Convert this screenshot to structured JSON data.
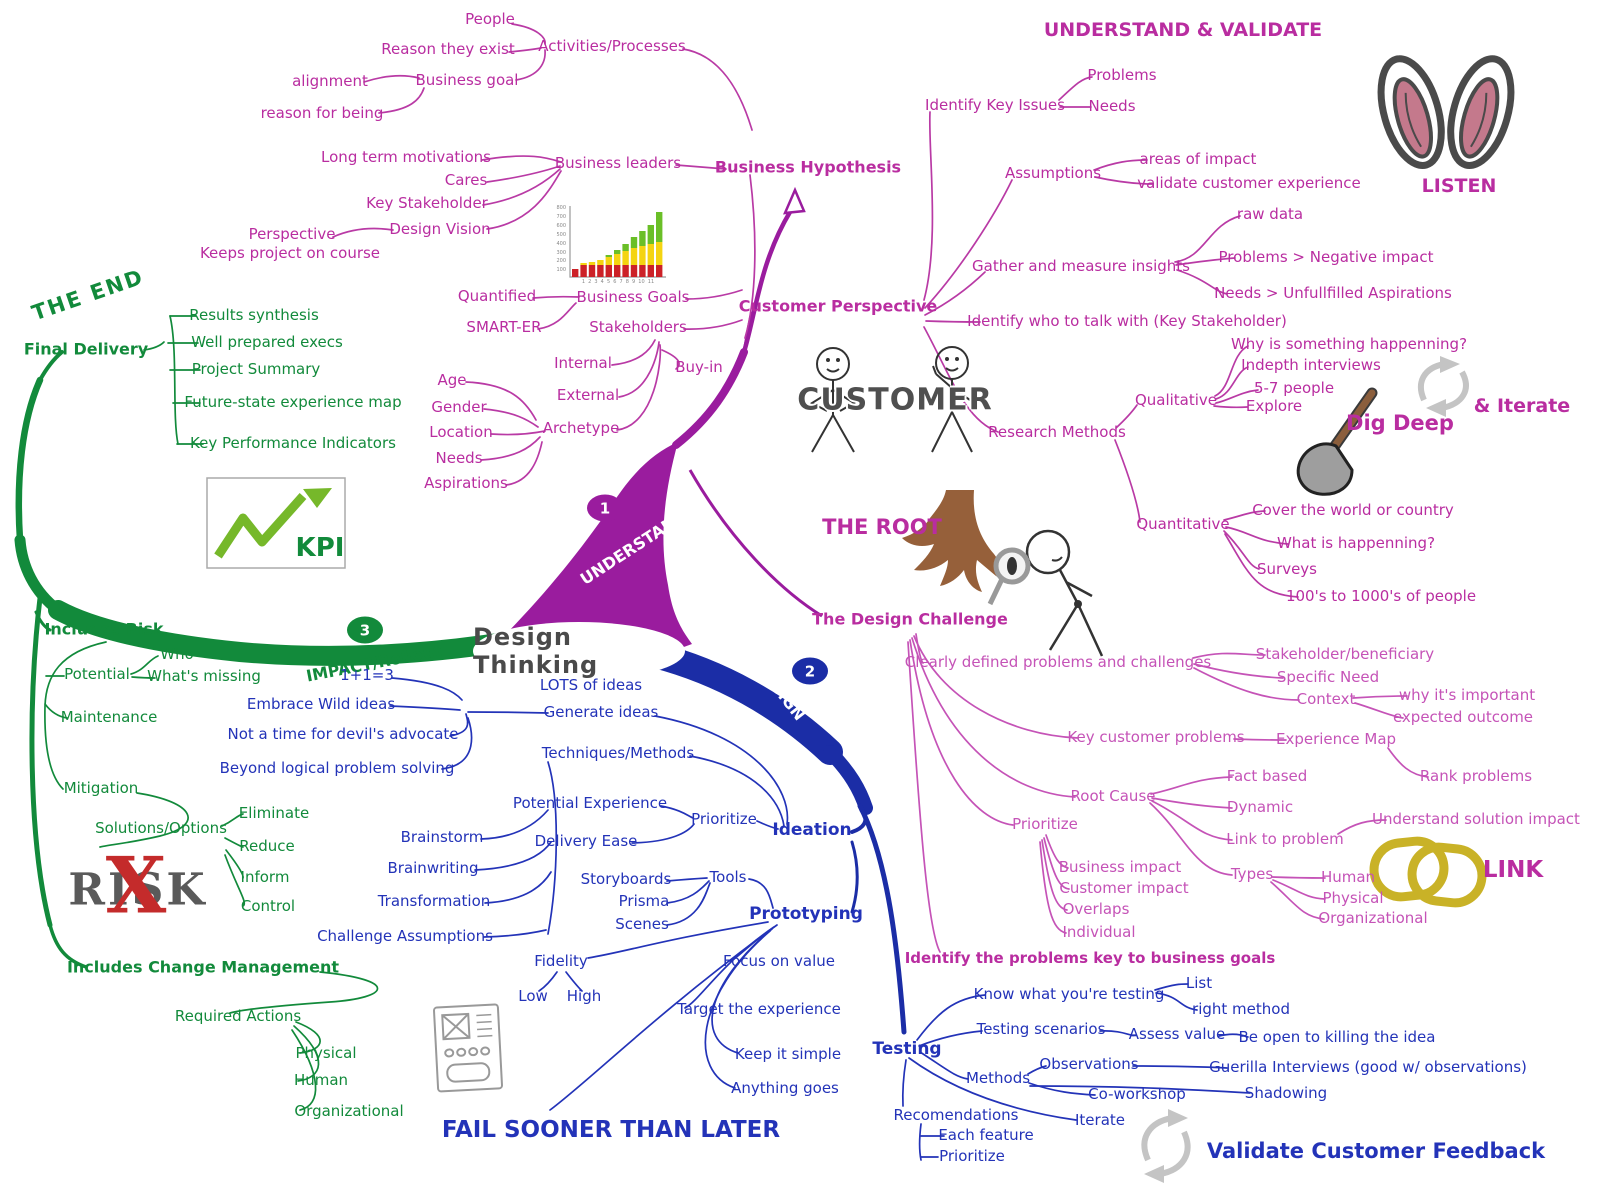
{
  "hub": {
    "title": "Design Thinking",
    "n1": "1",
    "n2": "2",
    "n3": "3",
    "understand": "UNDERSTAND",
    "design": "DESIGN",
    "impact": "IMPACT/Rollout"
  },
  "u": {
    "people": "People",
    "reason_exist": "Reason they exist",
    "activities": "Activities/Processes",
    "alignment": "alignment",
    "business_goal": "Business goal",
    "reason_being": "reason for being",
    "long_term": "Long term motivations",
    "cares": "Cares",
    "key_stakeholder": "Key Stakeholder",
    "design_vision": "Design Vision",
    "perspective": "Perspective",
    "keeps_course": "Keeps project on course",
    "business_leaders": "Business leaders",
    "business_hypothesis": "Business Hypothesis",
    "quantified": "Quantified",
    "business_goals": "Business Goals",
    "smart_er": "SMART-ER",
    "stakeholders": "Stakeholders",
    "internal": "Internal",
    "external": "External",
    "buy_in": "Buy-in",
    "archetype": "Archetype",
    "age": "Age",
    "gender": "Gender",
    "location": "Location",
    "needs": "Needs",
    "aspirations": "Aspirations",
    "heading": "UNDERSTAND & VALIDATE",
    "identify_key_issues": "Identify Key Issues",
    "problems": "Problems",
    "needs2": "Needs",
    "assumptions": "Assumptions",
    "areas_impact": "areas of impact",
    "validate_ce": "validate customer experience",
    "gather": "Gather and measure insights",
    "raw_data": "raw data",
    "problems_negative": "Problems > Negative impact",
    "needs_unfulfilled": "Needs > Unfullfilled Aspirations",
    "customer_perspective": "Customer Perspective",
    "identify_who": "Identify who to talk with (Key Stakeholder)",
    "research_methods": "Research Methods",
    "qualitative": "Qualitative",
    "why_happening": "Why is something happenning?",
    "indepth": "Indepth interviews",
    "five_seven": "5-7 people",
    "explore": "Explore",
    "dig_deep": "Dig Deep",
    "and_iterate": "& Iterate",
    "listen": "LISTEN",
    "quantitative": "Quantitative",
    "cover_world": "Cover the world or country",
    "what_happening": "What is happenning?",
    "surveys": "Surveys",
    "hundreds": "100's to 1000's of people",
    "the_root": "THE ROOT",
    "design_challenge": "The Design Challenge"
  },
  "c": {
    "clearly": "Clearly defined problems and challenges",
    "stakeholder_beneficiary": "Stakeholder/beneficiary",
    "specific_need": "Specific Need",
    "context": "Context",
    "why_important": "why it's important",
    "expected_outcome": "expected outcome",
    "key_customer_problems": "Key customer problems",
    "experience_map": "Experience Map",
    "rank_problems": "Rank problems",
    "root_cause": "Root Cause",
    "fact_based": "Fact based",
    "dynamic": "Dynamic",
    "link_to_problem": "Link to problem",
    "understand_solution": "Understand solution impact",
    "types": "Types",
    "human": "Human",
    "physical": "Physical",
    "organizational": "Organizational",
    "prioritize": "Prioritize",
    "business_impact": "Business impact",
    "customer_impact": "Customer impact",
    "overlaps": "Overlaps",
    "individual": "Individual",
    "identify_problems": "Identify the problems key to business goals",
    "link": "LINK"
  },
  "d": {
    "one_plus": "1+1=3",
    "lots": "LOTS of ideas",
    "embrace": "Embrace Wild ideas",
    "generate": "Generate ideas",
    "not_time": "Not a time for devil's advocate",
    "beyond": "Beyond logical problem solving",
    "techniques": "Techniques/Methods",
    "potential_experience": "Potential Experience",
    "delivery_ease": "Delivery Ease",
    "prioritize": "Prioritize",
    "ideation": "Ideation",
    "brainstorm": "Brainstorm",
    "brainwriting": "Brainwriting",
    "transformation": "Transformation",
    "challenge_assumptions": "Challenge Assumptions",
    "storyboards": "Storyboards",
    "prisma": "Prisma",
    "scenes": "Scenes",
    "tools": "Tools",
    "prototyping": "Prototyping",
    "fidelity": "Fidelity",
    "low": "Low",
    "high": "High",
    "focus_value": "Focus on value",
    "target_experience": "Target the experience",
    "keep_simple": "Keep it simple",
    "anything_goes": "Anything goes",
    "fail": "FAIL SOONER THAN LATER",
    "testing": "Testing",
    "know_testing": "Know what you're testing",
    "list": "List",
    "right_method": "right method",
    "testing_scenarios": "Testing scenarios",
    "assess_value": "Assess value",
    "be_open": "Be open to killing the idea",
    "methods": "Methods",
    "observations": "Observations",
    "guerilla": "Guerilla Interviews (good w/ observations)",
    "co_workshop": "Co-workshop",
    "shadowing": "Shadowing",
    "iterate": "Iterate",
    "recommendations": "Recomendations",
    "each_feature": "Each feature",
    "prioritize2": "Prioritize",
    "validate_feedback": "Validate Customer Feedback"
  },
  "g": {
    "the_end": "THE END",
    "final_delivery": "Final Delivery",
    "results": "Results synthesis",
    "well_prepared": "Well prepared execs",
    "project_summary": "Project Summary",
    "future_state": "Future-state experience map",
    "kpi_indicators": "Key Performance Indicators",
    "includes_risk": "Includes Risk",
    "who": "Who",
    "potential": "Potential",
    "whats_missing": "What's missing",
    "maintenance": "Maintenance",
    "mitigation": "Mitigation",
    "solutions_options": "Solutions/Options",
    "eliminate": "Eliminate",
    "reduce": "Reduce",
    "inform": "Inform",
    "control": "Control",
    "includes_cm": "Includes Change Management",
    "required_actions": "Required Actions",
    "physical": "Physical",
    "human": "Human",
    "organizational": "Organizational"
  },
  "x": {
    "customer": "CUSTOMER",
    "kpi": "KPI",
    "risk_word": "RISK",
    "risk_x": "X",
    "bar_chart": {
      "y_ticks": "800\n700\n600\n500\n400\n300\n200\n100",
      "x_ticks": "1 2 3 4 5 6 7 8 9 10 11",
      "bars": [
        [
          8,
          0,
          0
        ],
        [
          12,
          2,
          0
        ],
        [
          12,
          3,
          0
        ],
        [
          12,
          5,
          0
        ],
        [
          12,
          8,
          2
        ],
        [
          12,
          11,
          4
        ],
        [
          12,
          14,
          7
        ],
        [
          12,
          17,
          11
        ],
        [
          12,
          19,
          15
        ],
        [
          12,
          21,
          19
        ],
        [
          12,
          23,
          30
        ]
      ],
      "segment_colors": [
        "#cc2127",
        "#f4d411",
        "#6abf27"
      ]
    },
    "colors": {
      "understand": "#9A1C9E",
      "design": "#1B2DA6",
      "impact": "#128A3B",
      "magenta_text": "#B92DA0",
      "orchid_text": "#C553B7",
      "blue_text": "#2333B8",
      "green_text": "#128A3B",
      "link_gold": "#C9B227",
      "bunny_pink": "#C4798C"
    }
  }
}
